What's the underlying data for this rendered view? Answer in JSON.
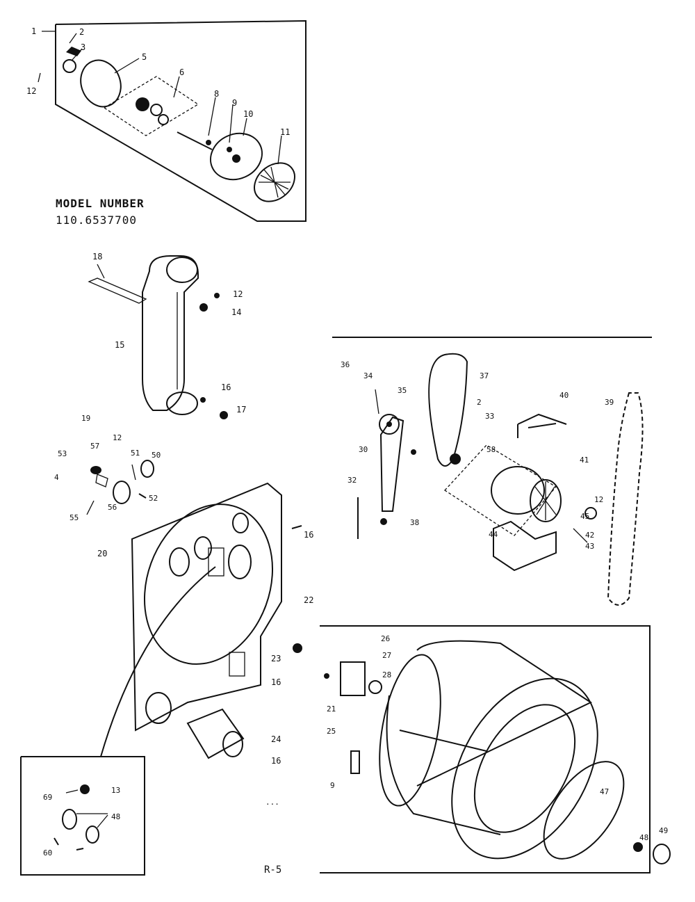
{
  "model": {
    "heading": "MODEL NUMBER",
    "number": "110.6537700"
  },
  "page_ref": "R-5",
  "stray_mark": "···",
  "callouts": {
    "blower": [
      "1",
      "2",
      "3",
      "5",
      "6",
      "8",
      "9",
      "10",
      "11",
      "12"
    ],
    "duct": [
      "12",
      "14",
      "15",
      "16",
      "17",
      "18"
    ],
    "thermostat": [
      "19",
      "12",
      "50",
      "51",
      "52",
      "53",
      "55",
      "56",
      "57",
      "4"
    ],
    "bulkhead": [
      "16",
      "20",
      "22",
      "23",
      "16",
      "24",
      "16"
    ],
    "inset": [
      "13",
      "48",
      "60",
      "69"
    ],
    "motor": [
      "2",
      "12",
      "30",
      "32",
      "33",
      "34",
      "35",
      "36",
      "37",
      "38",
      "39",
      "40",
      "41",
      "42",
      "43",
      "44",
      "45",
      "58"
    ],
    "drum": [
      "21",
      "25",
      "26",
      "27",
      "28",
      "9",
      "47",
      "48",
      "49"
    ]
  }
}
